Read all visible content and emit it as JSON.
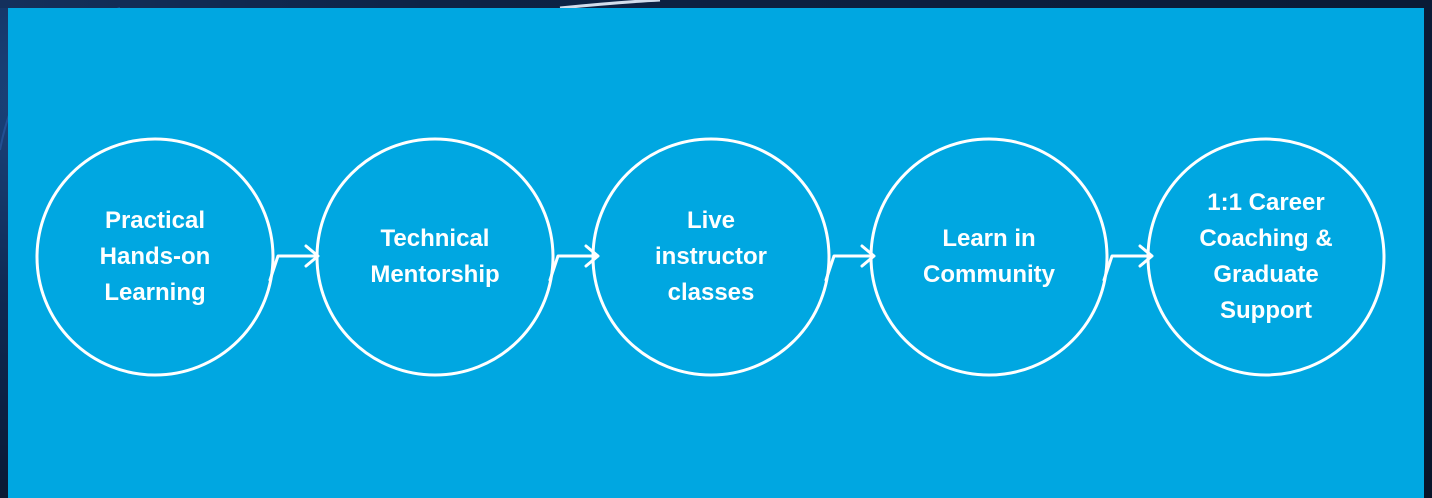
{
  "colors": {
    "panel_background": "#00a7e1",
    "outline": "#ffffff",
    "text": "#ffffff",
    "outer_background": "#0b1f3d"
  },
  "diagram": {
    "steps": [
      {
        "label": "Practical\nHands-on\nLearning"
      },
      {
        "label": "Technical\nMentorship"
      },
      {
        "label": "Live\ninstructor\nclasses"
      },
      {
        "label": "Learn in\nCommunity"
      },
      {
        "label": "1:1 Career\nCoaching &\nGraduate\nSupport"
      }
    ],
    "connector_icon": "right-arrow-icon"
  }
}
